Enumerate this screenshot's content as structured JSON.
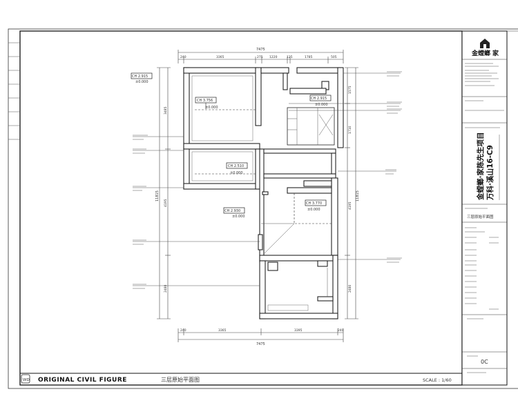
{
  "title_block": {
    "brand": "金螳螂",
    "brand_suffix": "家",
    "project_name_cn": "金螳螂·家陈先生项目",
    "project_addr_cn": "万科·溪山16-C9",
    "drawing_name_cn": "三层原始平面图",
    "sheet_no": "0C"
  },
  "footer": {
    "badge": "WD",
    "title_en": "ORIGINAL CIVIL FIGURE",
    "title_cn": "三层原始平面图",
    "scale": "SCALE : 1/60"
  },
  "dims": {
    "top_total": "7475",
    "top_segments": [
      "240",
      "3365",
      "275",
      "1220",
      "125",
      "1785",
      "505"
    ],
    "bottom_total": "7475",
    "bottom_segments": [
      "240",
      "3365",
      "3395",
      "240"
    ],
    "left_total": "11815",
    "left_segments": [
      "3485",
      "4195",
      "2480"
    ],
    "right_total": "11815",
    "right_segments": [
      "1575",
      "1710",
      "4195",
      "2480"
    ]
  },
  "ceiling_marks": [
    {
      "ch": "CH 3.756",
      "floor": "±0.000"
    },
    {
      "ch": "CH 2.915",
      "floor": "±0.000"
    },
    {
      "ch": "CH 2.915",
      "floor": "±0.000"
    },
    {
      "ch": "CH 2.510",
      "floor": "±0.000"
    },
    {
      "ch": "CH 3.770",
      "floor": "±0.000"
    },
    {
      "ch": "CH 2.930",
      "floor": "±0.000"
    }
  ]
}
